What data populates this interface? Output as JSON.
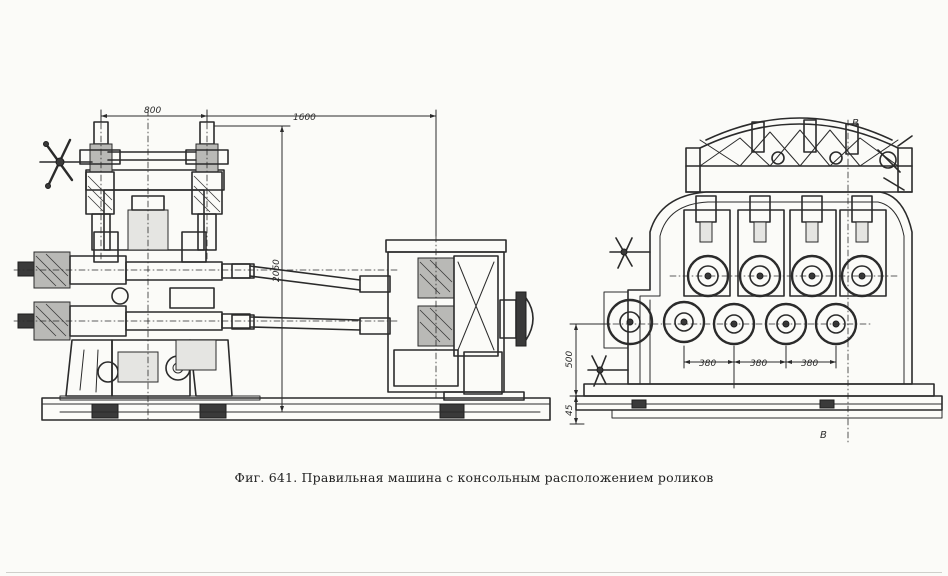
{
  "dimensions": {
    "d800": "800",
    "d1600": "1600",
    "d2050": "2050",
    "d500": "500",
    "d45": "45",
    "d380a": "380",
    "d380b": "380",
    "d380c": "380"
  },
  "section_labels": {
    "top": "B",
    "bottom": "B"
  },
  "caption": "Фиг. 641. Правильная машина с консольным расположением роликов"
}
